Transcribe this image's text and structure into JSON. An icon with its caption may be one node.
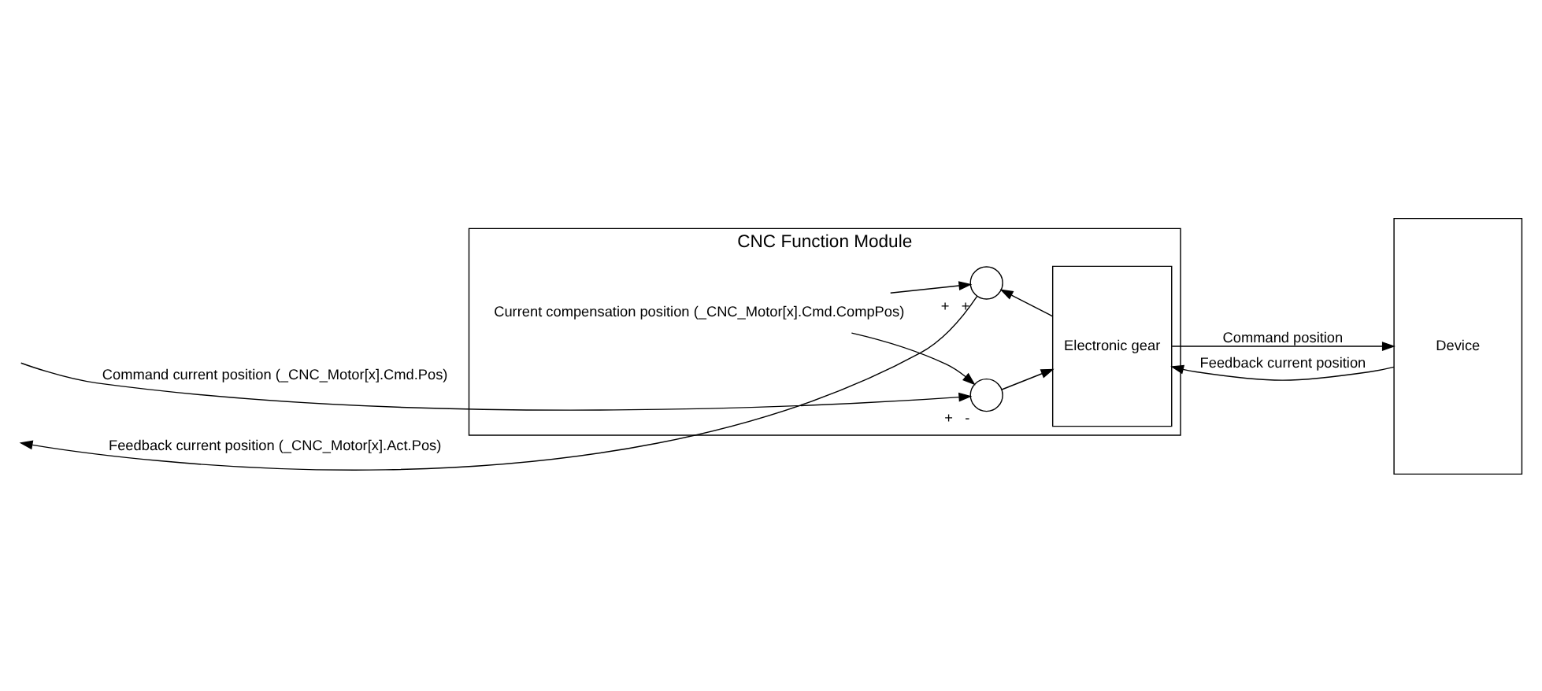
{
  "diagram": {
    "nodes": [
      {
        "text": [
          "CNC Function Module"
        ]
      },
      {
        "text": [],
        "shape": "circle",
        "in": 0,
        "beside": [
          "+",
          "-"
        ]
      },
      {
        "text": [
          "Current compensation position (_CNC_Motor[x].Cmd.CompPos)"
        ],
        "in": 0
      },
      {
        "text": [
          "Electronic gear"
        ],
        "in": 0
      },
      {
        "text": [],
        "shape": "circle",
        "in": 0,
        "beside": [
          "+",
          "+"
        ]
      },
      {
        "text": [
          "Device"
        ]
      }
    ],
    "edges": [
      {
        "from": null,
        "to": 1,
        "arrow": "to",
        "label": "Command current position (_CNC_Motor[x].Cmd.Pos)"
      },
      {
        "from": 2,
        "to": 1,
        "arrow": "to"
      },
      {
        "from": 2,
        "to": 4,
        "arrow": "to"
      },
      {
        "from": 1,
        "to": 3,
        "arrow": "to"
      },
      {
        "from": 3,
        "to": 5,
        "arrow": "to",
        "label": "Command position"
      },
      {
        "from": 5,
        "to": 3,
        "arrow": "to",
        "label": "Feedback current position"
      },
      {
        "from": 3,
        "to": 4,
        "arrow": "to"
      },
      {
        "from": 4,
        "to": null,
        "arrow": "to",
        "label": "Feedback current position (_CNC_Motor[x].Act.Pos)"
      }
    ]
  }
}
